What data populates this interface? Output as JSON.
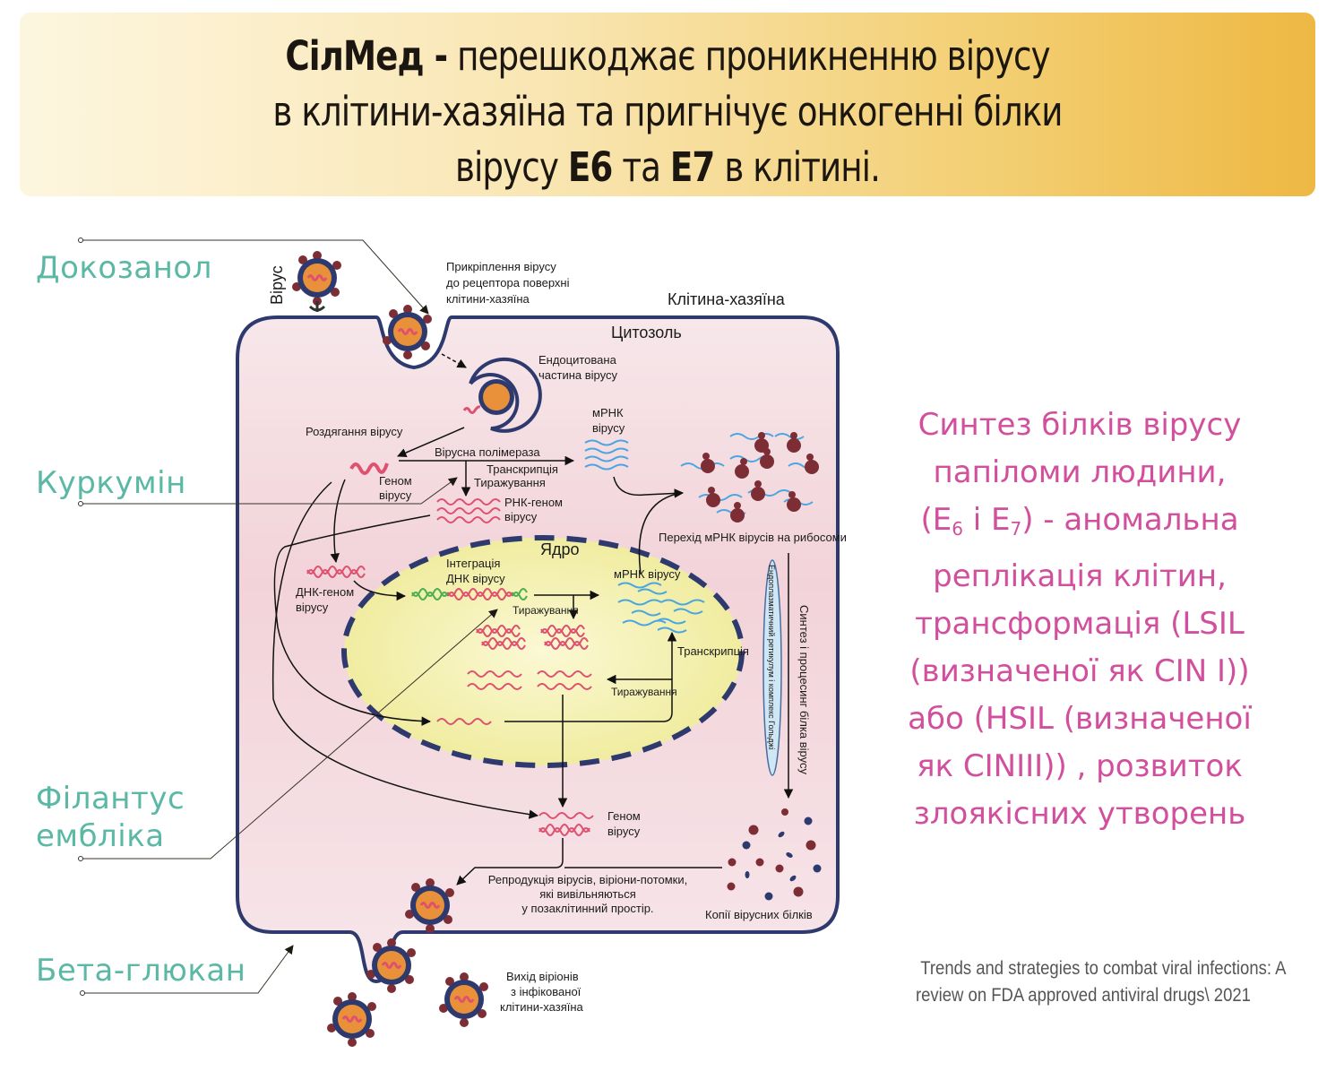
{
  "header": {
    "brand": "СілМед -",
    "line1_rest": "перешкоджає проникненню вірусу",
    "line2": "в клітини-хазяїна та пригнічує онкогенні білки",
    "line3_a": "вірусу",
    "line3_e6": "Е6",
    "line3_mid": "та",
    "line3_e7": "Е7",
    "line3_end": "в клітині."
  },
  "drugs": {
    "docosanol": "Докозанол",
    "curcumin": "Куркумін",
    "phyllanthus_1": "Філантус",
    "phyllanthus_2": "ембліка",
    "beta_glucan": "Бета-глюкан"
  },
  "diagram": {
    "virus": "Вірус",
    "attachment_1": "Прикріплення вірусу",
    "attachment_2": "до рецептора поверхні",
    "attachment_3": "клітини-хазяїна",
    "host_cell": "Клітина-хазяїна",
    "cytosol": "Цитозоль",
    "endocytosed_1": "Ендоцитована",
    "endocytosed_2": "частина вірусу",
    "uncoating": "Роздягання вірусу",
    "viral_polymerase": "Вірусна полімераза",
    "transcription": "Транскрипція",
    "replication": "Тиражування",
    "genome_1": "Геном",
    "genome_2": "вірусу",
    "rna_genome_1": "РНК-геном",
    "rna_genome_2": "вірусу",
    "mrna_1": "мРНК",
    "mrna_2": "вірусу",
    "ribosome_transfer": "Перехід мРНК вірусів на рибосоми",
    "nucleus": "Ядро",
    "integration_1": "Інтеграція",
    "integration_2": "ДНК вірусу",
    "dna_genome_1": "ДНК-геном",
    "dna_genome_2": "вірусу",
    "replication_2": "Тиражування",
    "mrna_nucleus": "мРНК вірусу",
    "transcription_2": "Транскрипція",
    "replication_3": "Тиражування",
    "er_golgi": "Ендоплазматичний ретикулум і комплекс Гольджі",
    "protein_synthesis": "Синтез і процесинг білка вірусу",
    "genome_out_1": "Геном",
    "genome_out_2": "вірусу",
    "reproduction_1": "Репродукція вірусів, віріони-потомки,",
    "reproduction_2": "які вивільняються",
    "reproduction_3": "у позаклітинний простір.",
    "protein_copies": "Копії вірусних білків",
    "exit_1": "Вихід віріонів",
    "exit_2": "з інфікованої",
    "exit_3": "клітини-хазяїна"
  },
  "side": {
    "line1": "Синтез білків вірусу",
    "line2": "папіломи людини,",
    "line3_a": "(Е",
    "line3_sub6": "6",
    "line3_b": " і Е",
    "line3_sub7": "7",
    "line3_c": ") - аномальна",
    "line4": "реплікація клітин,",
    "line5": "трансформація (LSIL",
    "line6": "(визначеної як CIN I))",
    "line7": "або (HSIL (визначеної",
    "line8": "як CINIII)) , розвиток",
    "line9": "злоякісних утворень"
  },
  "citation": {
    "line1": "Trends and strategies to combat viral infections: A",
    "line2": "review on FDA approved antiviral drugs\\ 2021"
  },
  "colors": {
    "drug_teal": "#5ab8a5",
    "side_pink": "#d14f9c",
    "membrane_navy": "#2e3a6e",
    "cytosol_pink": "#f3d6dc",
    "nucleus_yellow": "#f3f0a6",
    "rna_red": "#e0506f",
    "mrna_blue": "#4aa6e0",
    "virus_orange": "#e8913a",
    "protein_maroon": "#7d2e35"
  }
}
